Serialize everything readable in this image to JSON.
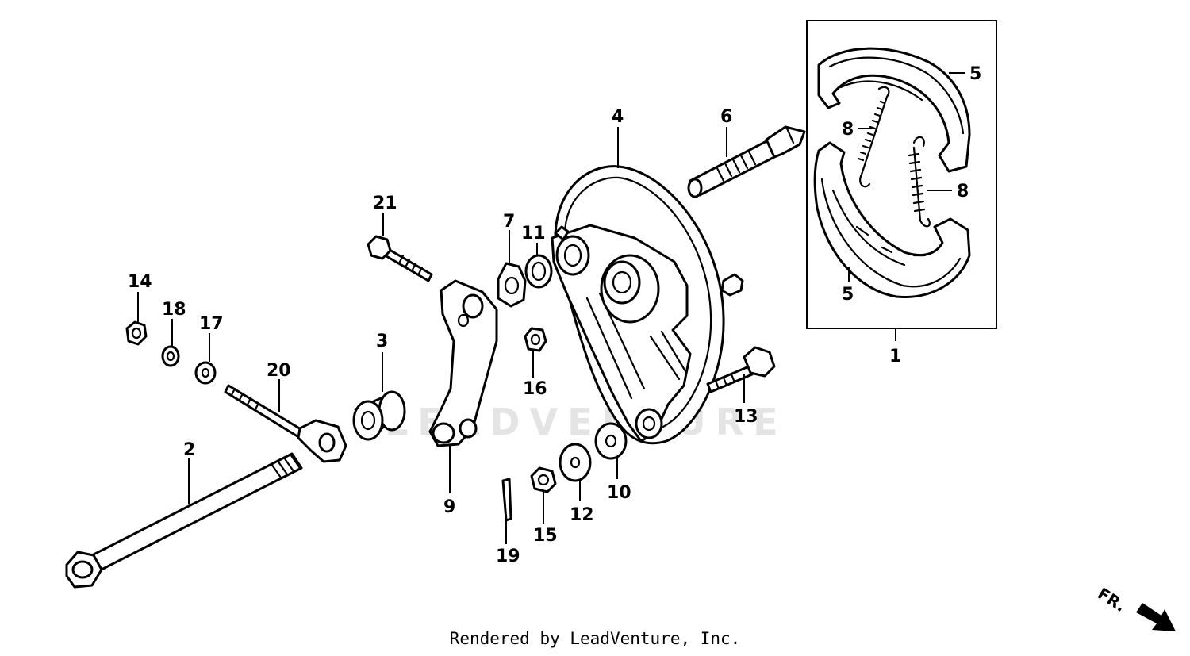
{
  "diagram": {
    "watermark": "LEADVENTURE",
    "direction_label": "FR.",
    "callouts": [
      {
        "id": "c1",
        "label": "1"
      },
      {
        "id": "c2",
        "label": "2"
      },
      {
        "id": "c3",
        "label": "3"
      },
      {
        "id": "c4",
        "label": "4"
      },
      {
        "id": "c5a",
        "label": "5"
      },
      {
        "id": "c5b",
        "label": "5"
      },
      {
        "id": "c6",
        "label": "6"
      },
      {
        "id": "c7",
        "label": "7"
      },
      {
        "id": "c8a",
        "label": "8"
      },
      {
        "id": "c8b",
        "label": "8"
      },
      {
        "id": "c9",
        "label": "9"
      },
      {
        "id": "c10",
        "label": "10"
      },
      {
        "id": "c11",
        "label": "11"
      },
      {
        "id": "c12",
        "label": "12"
      },
      {
        "id": "c13",
        "label": "13"
      },
      {
        "id": "c14",
        "label": "14"
      },
      {
        "id": "c15",
        "label": "15"
      },
      {
        "id": "c16",
        "label": "16"
      },
      {
        "id": "c17",
        "label": "17"
      },
      {
        "id": "c18",
        "label": "18"
      },
      {
        "id": "c19",
        "label": "19"
      },
      {
        "id": "c20",
        "label": "20"
      },
      {
        "id": "c21",
        "label": "21"
      }
    ]
  },
  "footer": {
    "credit": "Rendered by LeadVenture, Inc."
  }
}
